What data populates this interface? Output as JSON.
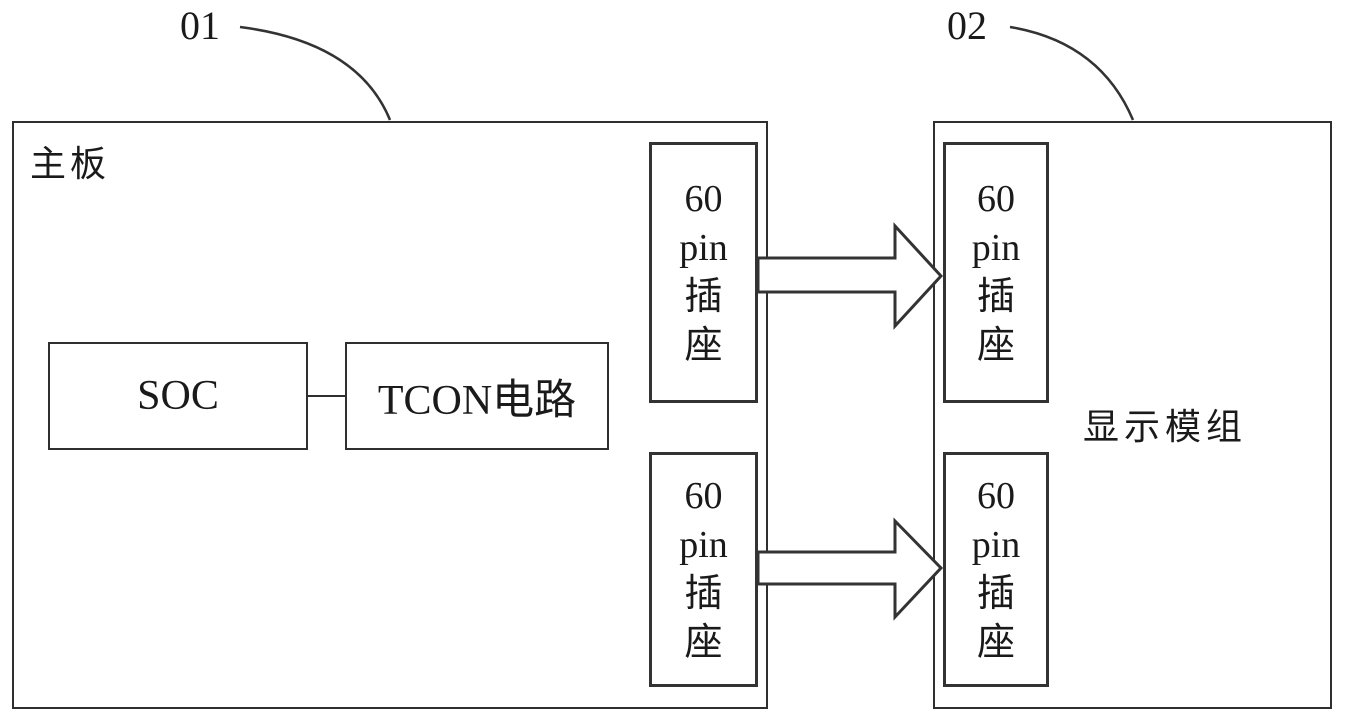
{
  "palette": {
    "background": "#ffffff",
    "line": "#333333",
    "text": "#1a1a1a"
  },
  "callouts": {
    "motherboard_ref": "01",
    "display_ref": "02"
  },
  "motherboard": {
    "title": "主板",
    "soc": {
      "label": "SOC"
    },
    "tcon": {
      "label": "TCON电路"
    },
    "sockets": [
      {
        "lines": [
          "60",
          "pin",
          "插",
          "座"
        ]
      },
      {
        "lines": [
          "60",
          "pin",
          "插",
          "座"
        ]
      }
    ]
  },
  "display_module": {
    "title": "显示模组",
    "sockets": [
      {
        "lines": [
          "60",
          "pin",
          "插",
          "座"
        ]
      },
      {
        "lines": [
          "60",
          "pin",
          "插",
          "座"
        ]
      }
    ]
  }
}
